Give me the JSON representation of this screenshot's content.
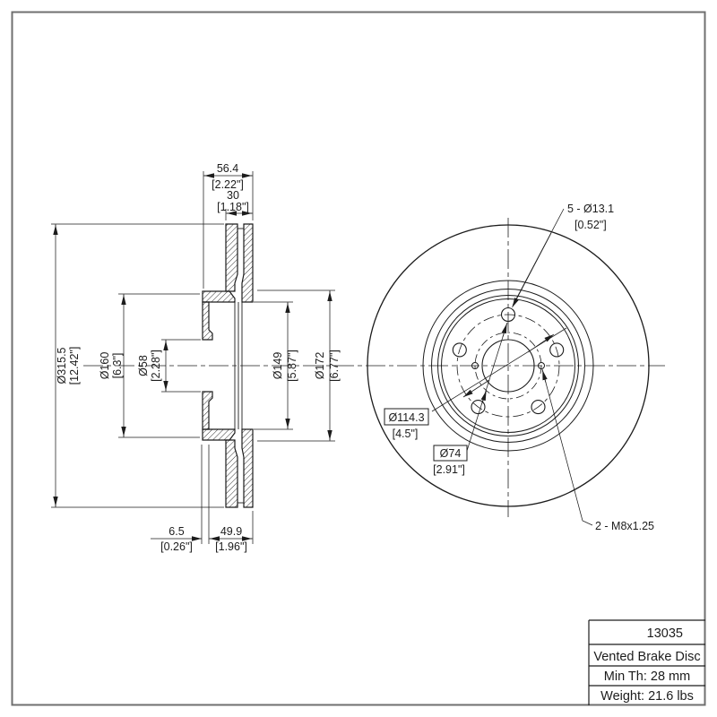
{
  "title_block": {
    "part_number": "13035",
    "part_name": "Vented Brake Disc",
    "min_thickness": "Min Th: 28 mm",
    "weight": "Weight: 21.6 lbs"
  },
  "section_view": {
    "overall_width_mm": "56.4",
    "overall_width_in": "[2.22\"]",
    "disc_thickness_mm": "30",
    "disc_thickness_in": "[1.18\"]",
    "outer_dia_mm": "Ø315.5",
    "outer_dia_in": "[12.42\"]",
    "hat_dia_mm": "Ø160",
    "hat_dia_in": "[6.3\"]",
    "center_bore_mm": "Ø58",
    "center_bore_in": "[2.28\"]",
    "vane_inner_dia_mm": "Ø149",
    "vane_inner_dia_in": "[5.87\"]",
    "ring_inner_dia_mm": "Ø172",
    "ring_inner_dia_in": "[6.77\"]",
    "face_thickness_mm": "6.5",
    "face_thickness_in": "[0.26\"]",
    "offset_depth_mm": "49.9",
    "offset_depth_in": "[1.96\"]"
  },
  "front_view": {
    "lug_holes_mm": "5 - Ø13.1",
    "lug_holes_in": "[0.52\"]",
    "bolt_circle_mm": "Ø114.3",
    "bolt_circle_in": "[4.5\"]",
    "pilot_circle_mm": "Ø74",
    "pilot_circle_in": "[2.91\"]",
    "service_holes": "2 - M8x1.25"
  },
  "colors": {
    "line": "#1c1c1c",
    "frame": "#6f6f6f",
    "background": "#ffffff"
  }
}
